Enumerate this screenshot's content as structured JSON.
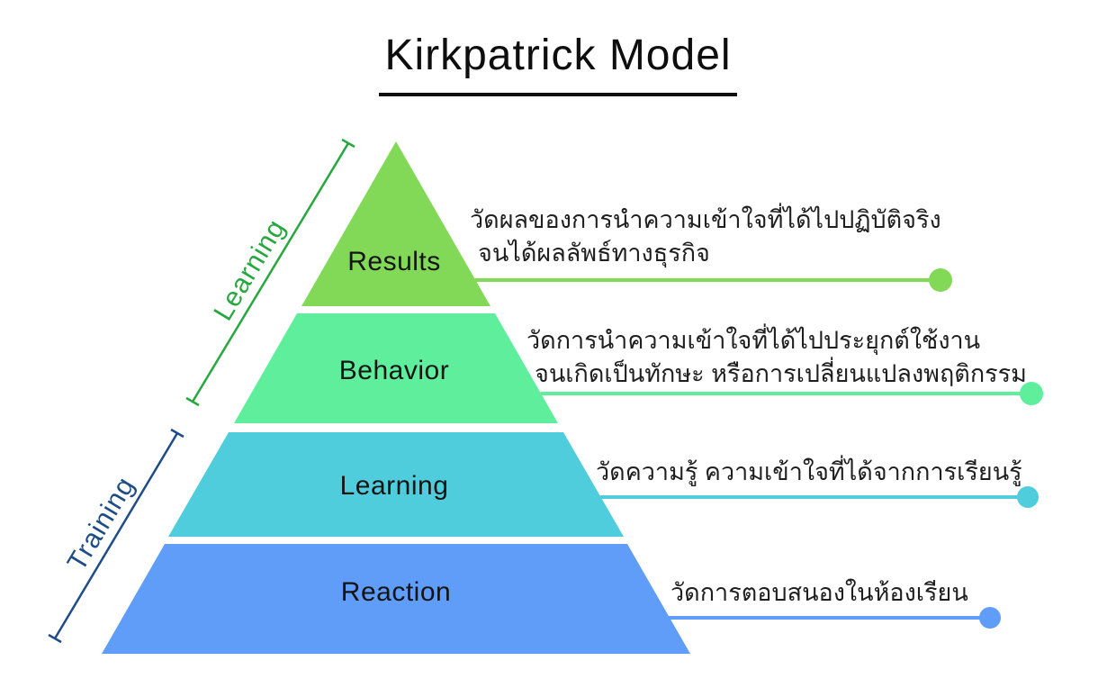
{
  "title": "Kirkpatrick Model",
  "side_labels": {
    "learning": {
      "label": "Learning",
      "color": "#26A83F"
    },
    "training": {
      "label": "Training",
      "color": "#1E4C87"
    }
  },
  "levels": [
    {
      "name": "Results",
      "color": "#82D958",
      "description_lines": [
        "วัดผลของการนำความเข้าใจที่ได้ไปปฏิบัติจริง",
        "จนได้ผลลัพธ์ทางธุรกิจ"
      ]
    },
    {
      "name": "Behavior",
      "color": "#5FEF9C",
      "description_lines": [
        "วัดการนำความเข้าใจที่ได้ไปประยุกต์ใช้งาน",
        "จนเกิดเป็นทักษะ หรือการเปลี่ยนแปลงพฤติกรรม"
      ]
    },
    {
      "name": "Learning",
      "color": "#4FCDDC",
      "description_lines": [
        "วัดความรู้ ความเข้าใจที่ได้จากการเรียนรู้"
      ]
    },
    {
      "name": "Reaction",
      "color": "#609DF8",
      "description_lines": [
        "วัดการตอบสนองในห้องเรียน"
      ]
    }
  ]
}
